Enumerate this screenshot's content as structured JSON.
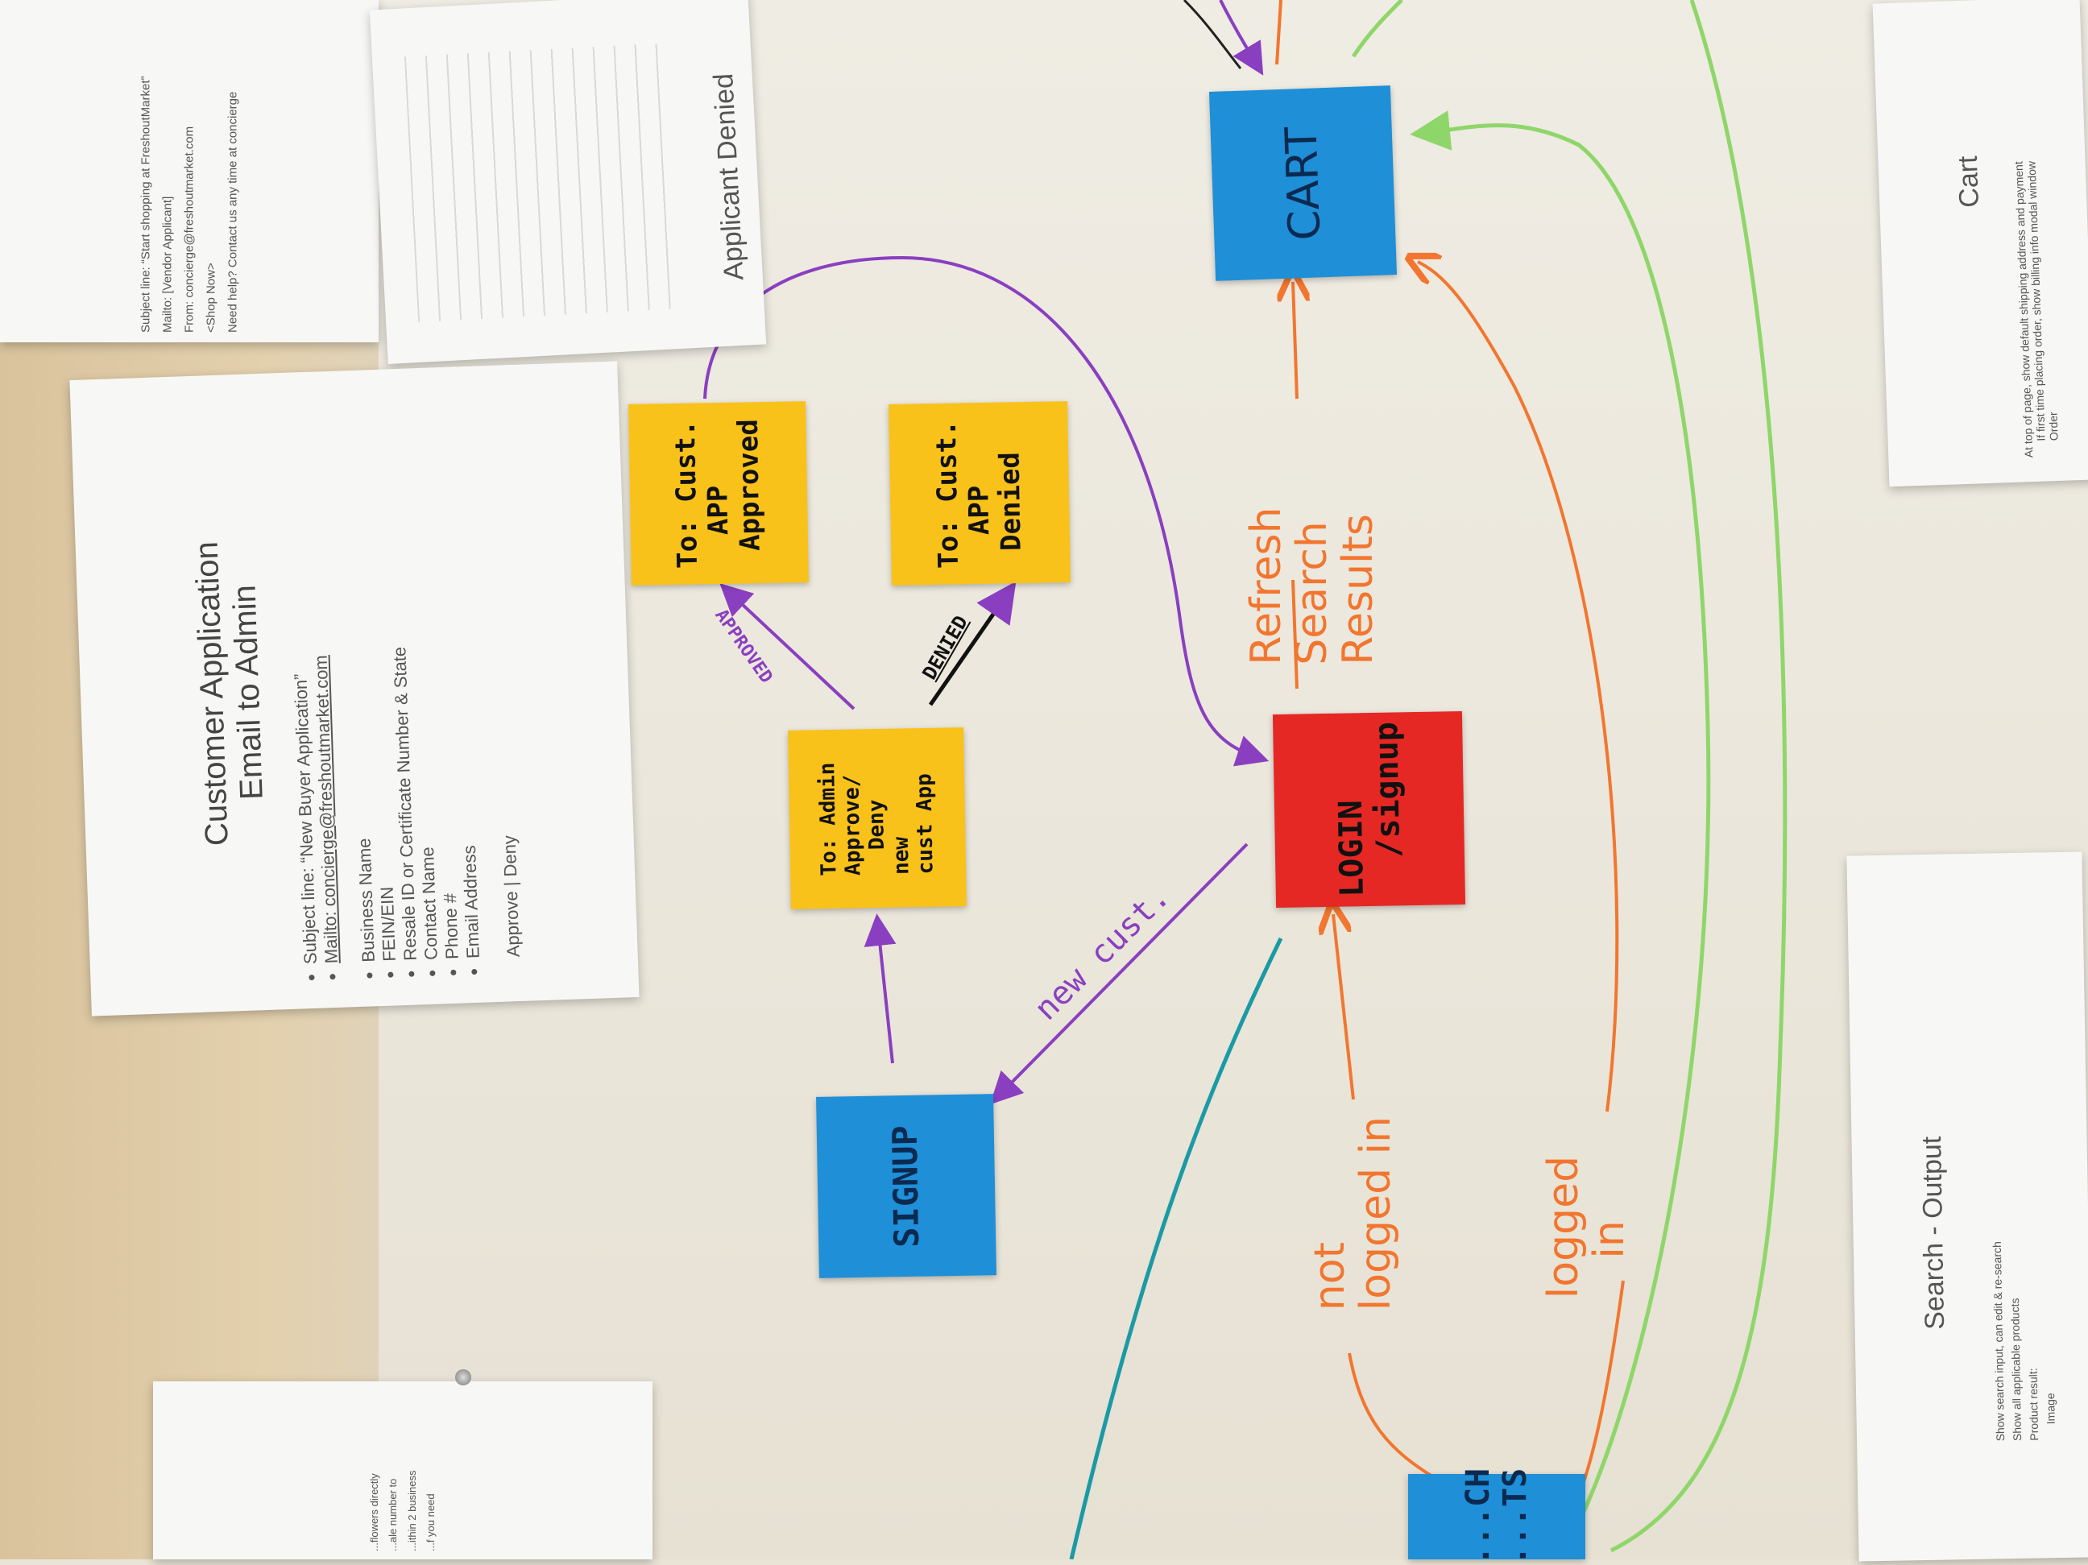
{
  "colors": {
    "purple": "#8a3fc0",
    "orange": "#f2762f",
    "green": "#8fd66a",
    "teal": "#1a9aa5",
    "blue_note": "#1f8fd8",
    "red_note": "#e52824",
    "yellow_note": "#f9c21b"
  },
  "papers": {
    "customer_application": {
      "title": "Customer Application",
      "subtitle": "Email to Admin",
      "bullets_top": [
        "Subject line: “New Buyer Application”",
        "Mailto: concierge@freshoutmarket.com"
      ],
      "bullets_fields": [
        "Business Name",
        "FEIN/EIN",
        "Resale ID or Certificate Number & State",
        "Contact Name",
        "Phone #",
        "Email Address"
      ],
      "actions": "Approve | Deny"
    },
    "applicant_denied": {
      "title": "Applicant Denied"
    },
    "top_left": {
      "lines": [
        "Subject line: “Start shopping at FreshoutMarket”",
        "Mailto: [Vendor Applicant]",
        "From: concierge@freshoutmarket.com",
        "<Shop Now>",
        "Need help? Contact us any time at concierge"
      ]
    },
    "cart": {
      "title": "Cart",
      "bullet": "At top of page, show default shipping address and payment",
      "sub": "If first time placing order, show billing info modal window",
      "order": "Order"
    },
    "search_output": {
      "title": "Search - Output",
      "bullets": [
        "Show search input, can edit & re-search",
        "Show all applicable products",
        "Product result:",
        "Image"
      ]
    },
    "bottom_left": {
      "lines": [
        "...flowers directly",
        "...ale number to",
        "...ithin 2 business",
        "...f you need"
      ]
    }
  },
  "notes": {
    "cart": "CART",
    "login": "LOGIN\n  /signup",
    "signup": "SIGNUP",
    "search_results": "...CH\n...TS",
    "admin": "To: Admin\nApprove/\n  Deny\nnew\ncust App",
    "approved": "To: Cust.\n  APP\n Approved",
    "denied": "To: Cust.\n  APP\n Denied"
  },
  "labels": {
    "refresh": "Refresh\nSearch\nResults",
    "not_logged_in": "not\nlogged in",
    "logged_in": "logged\n   in",
    "new_cust": "new cust.",
    "approved": "APPROVED",
    "denied": "DENIED"
  }
}
